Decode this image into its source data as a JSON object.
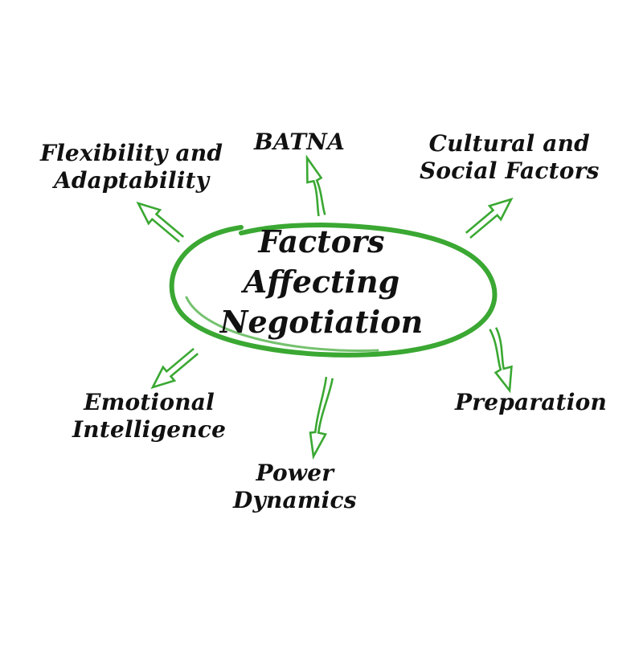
{
  "diagram": {
    "center_topic": {
      "lines": [
        "Factors",
        "Affecting",
        "Negotiation"
      ]
    },
    "factors": [
      {
        "id": "flexibility",
        "lines": [
          "Flexibility and",
          "Adaptability"
        ]
      },
      {
        "id": "batna",
        "lines": [
          "BATNA"
        ]
      },
      {
        "id": "cultural",
        "lines": [
          "Cultural and",
          "Social Factors"
        ]
      },
      {
        "id": "emotional",
        "lines": [
          "Emotional",
          "Intelligence"
        ]
      },
      {
        "id": "power",
        "lines": [
          "Power",
          "Dynamics"
        ]
      },
      {
        "id": "preparation",
        "lines": [
          "Preparation"
        ]
      }
    ],
    "colors": {
      "accent": "#3aa832",
      "text": "#111111",
      "background": "#ffffff"
    }
  }
}
